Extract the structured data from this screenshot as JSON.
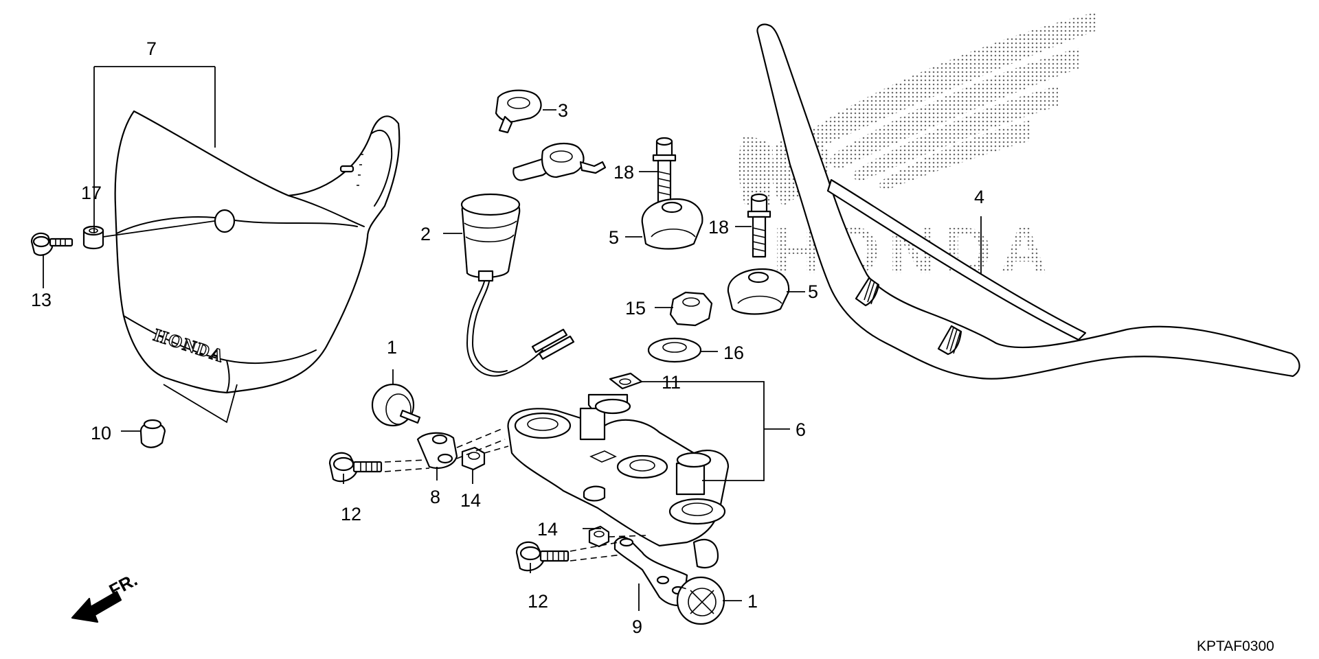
{
  "diagram": {
    "callouts": {
      "c1a": "1",
      "c1b": "1",
      "c2": "2",
      "c3": "3",
      "c4": "4",
      "c5a": "5",
      "c5b": "5",
      "c6": "6",
      "c7": "7",
      "c8": "8",
      "c9": "9",
      "c10": "10",
      "c11": "11",
      "c12a": "12",
      "c12b": "12",
      "c13": "13",
      "c14a": "14",
      "c14b": "14",
      "c15": "15",
      "c16": "16",
      "c17": "17",
      "c18a": "18",
      "c18b": "18"
    },
    "front_label": "FR.",
    "headlight_emboss": "HONDA",
    "watermark_text": "HONDA",
    "diagram_code": "KPTAF0300"
  }
}
